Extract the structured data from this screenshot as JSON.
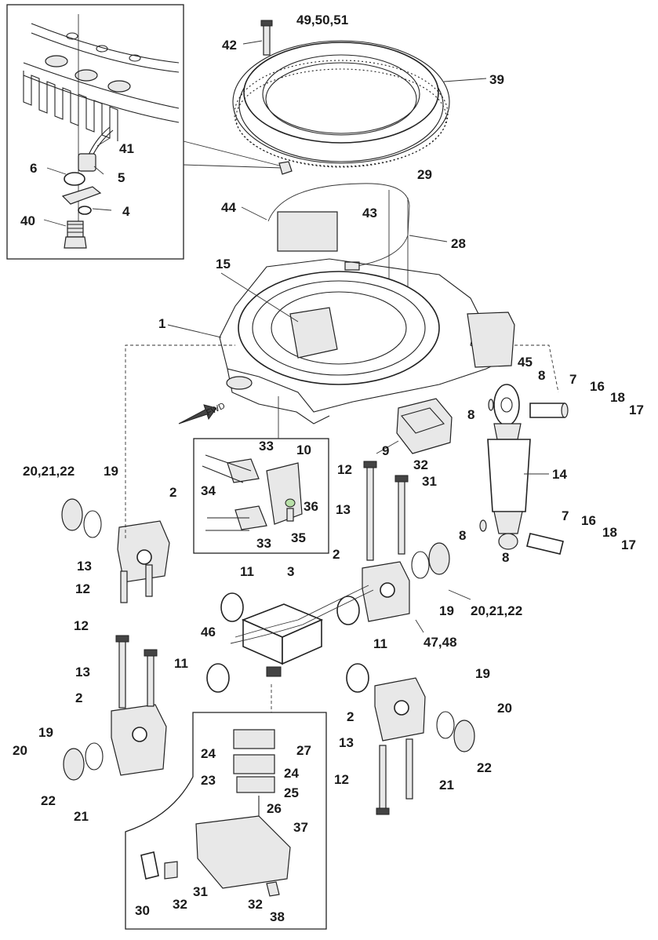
{
  "diagram": {
    "direction_label": "FWD",
    "callouts": [
      {
        "id": "c42",
        "text": "42"
      },
      {
        "id": "c495051",
        "text": "49,50,51"
      },
      {
        "id": "c39",
        "text": "39"
      },
      {
        "id": "c41",
        "text": "41"
      },
      {
        "id": "c6",
        "text": "6"
      },
      {
        "id": "c5",
        "text": "5"
      },
      {
        "id": "c4",
        "text": "4"
      },
      {
        "id": "c40",
        "text": "40"
      },
      {
        "id": "c29",
        "text": "29"
      },
      {
        "id": "c44",
        "text": "44"
      },
      {
        "id": "c43",
        "text": "43"
      },
      {
        "id": "c28",
        "text": "28"
      },
      {
        "id": "c15",
        "text": "15"
      },
      {
        "id": "c1",
        "text": "1"
      },
      {
        "id": "c45",
        "text": "45"
      },
      {
        "id": "c8a",
        "text": "8"
      },
      {
        "id": "c7a",
        "text": "7"
      },
      {
        "id": "c16a",
        "text": "16"
      },
      {
        "id": "c18a",
        "text": "18"
      },
      {
        "id": "c8b",
        "text": "8"
      },
      {
        "id": "c17a",
        "text": "17"
      },
      {
        "id": "c33a",
        "text": "33"
      },
      {
        "id": "c10",
        "text": "10"
      },
      {
        "id": "c9",
        "text": "9"
      },
      {
        "id": "c32a",
        "text": "32"
      },
      {
        "id": "c31a",
        "text": "31"
      },
      {
        "id": "c14",
        "text": "14"
      },
      {
        "id": "c20a",
        "text": "20,21,22"
      },
      {
        "id": "c19a",
        "text": "19"
      },
      {
        "id": "c2a",
        "text": "2"
      },
      {
        "id": "c34",
        "text": "34"
      },
      {
        "id": "c36",
        "text": "36"
      },
      {
        "id": "c33b",
        "text": "33"
      },
      {
        "id": "c35",
        "text": "35"
      },
      {
        "id": "c12a",
        "text": "12"
      },
      {
        "id": "c13a",
        "text": "13"
      },
      {
        "id": "c8c",
        "text": "8"
      },
      {
        "id": "c7b",
        "text": "7"
      },
      {
        "id": "c16b",
        "text": "16"
      },
      {
        "id": "c18b",
        "text": "18"
      },
      {
        "id": "c17b",
        "text": "17"
      },
      {
        "id": "c8d",
        "text": "8"
      },
      {
        "id": "c13b",
        "text": "13"
      },
      {
        "id": "c12b",
        "text": "12"
      },
      {
        "id": "c11a",
        "text": "11"
      },
      {
        "id": "c3",
        "text": "3"
      },
      {
        "id": "c2b",
        "text": "2"
      },
      {
        "id": "c19b",
        "text": "19"
      },
      {
        "id": "c20b",
        "text": "20,21,22"
      },
      {
        "id": "c4748",
        "text": "47,48"
      },
      {
        "id": "c12c",
        "text": "12"
      },
      {
        "id": "c46",
        "text": "46"
      },
      {
        "id": "c11b",
        "text": "11"
      },
      {
        "id": "c13c",
        "text": "13"
      },
      {
        "id": "c11c",
        "text": "11"
      },
      {
        "id": "c2c",
        "text": "2"
      },
      {
        "id": "c19c",
        "text": "19"
      },
      {
        "id": "c20c",
        "text": "20"
      },
      {
        "id": "c2d",
        "text": "2"
      },
      {
        "id": "c19d",
        "text": "19"
      },
      {
        "id": "c20d",
        "text": "20"
      },
      {
        "id": "c13d",
        "text": "13"
      },
      {
        "id": "c22a",
        "text": "22"
      },
      {
        "id": "c21a",
        "text": "21"
      },
      {
        "id": "c24a",
        "text": "24"
      },
      {
        "id": "c27",
        "text": "27"
      },
      {
        "id": "c24b",
        "text": "24"
      },
      {
        "id": "c23",
        "text": "23"
      },
      {
        "id": "c25",
        "text": "25"
      },
      {
        "id": "c22b",
        "text": "22"
      },
      {
        "id": "c21b",
        "text": "21"
      },
      {
        "id": "c12d",
        "text": "12"
      },
      {
        "id": "c26",
        "text": "26"
      },
      {
        "id": "c37",
        "text": "37"
      },
      {
        "id": "c31b",
        "text": "31"
      },
      {
        "id": "c30",
        "text": "30"
      },
      {
        "id": "c32b",
        "text": "32"
      },
      {
        "id": "c32c",
        "text": "32"
      },
      {
        "id": "c38",
        "text": "38"
      }
    ]
  }
}
